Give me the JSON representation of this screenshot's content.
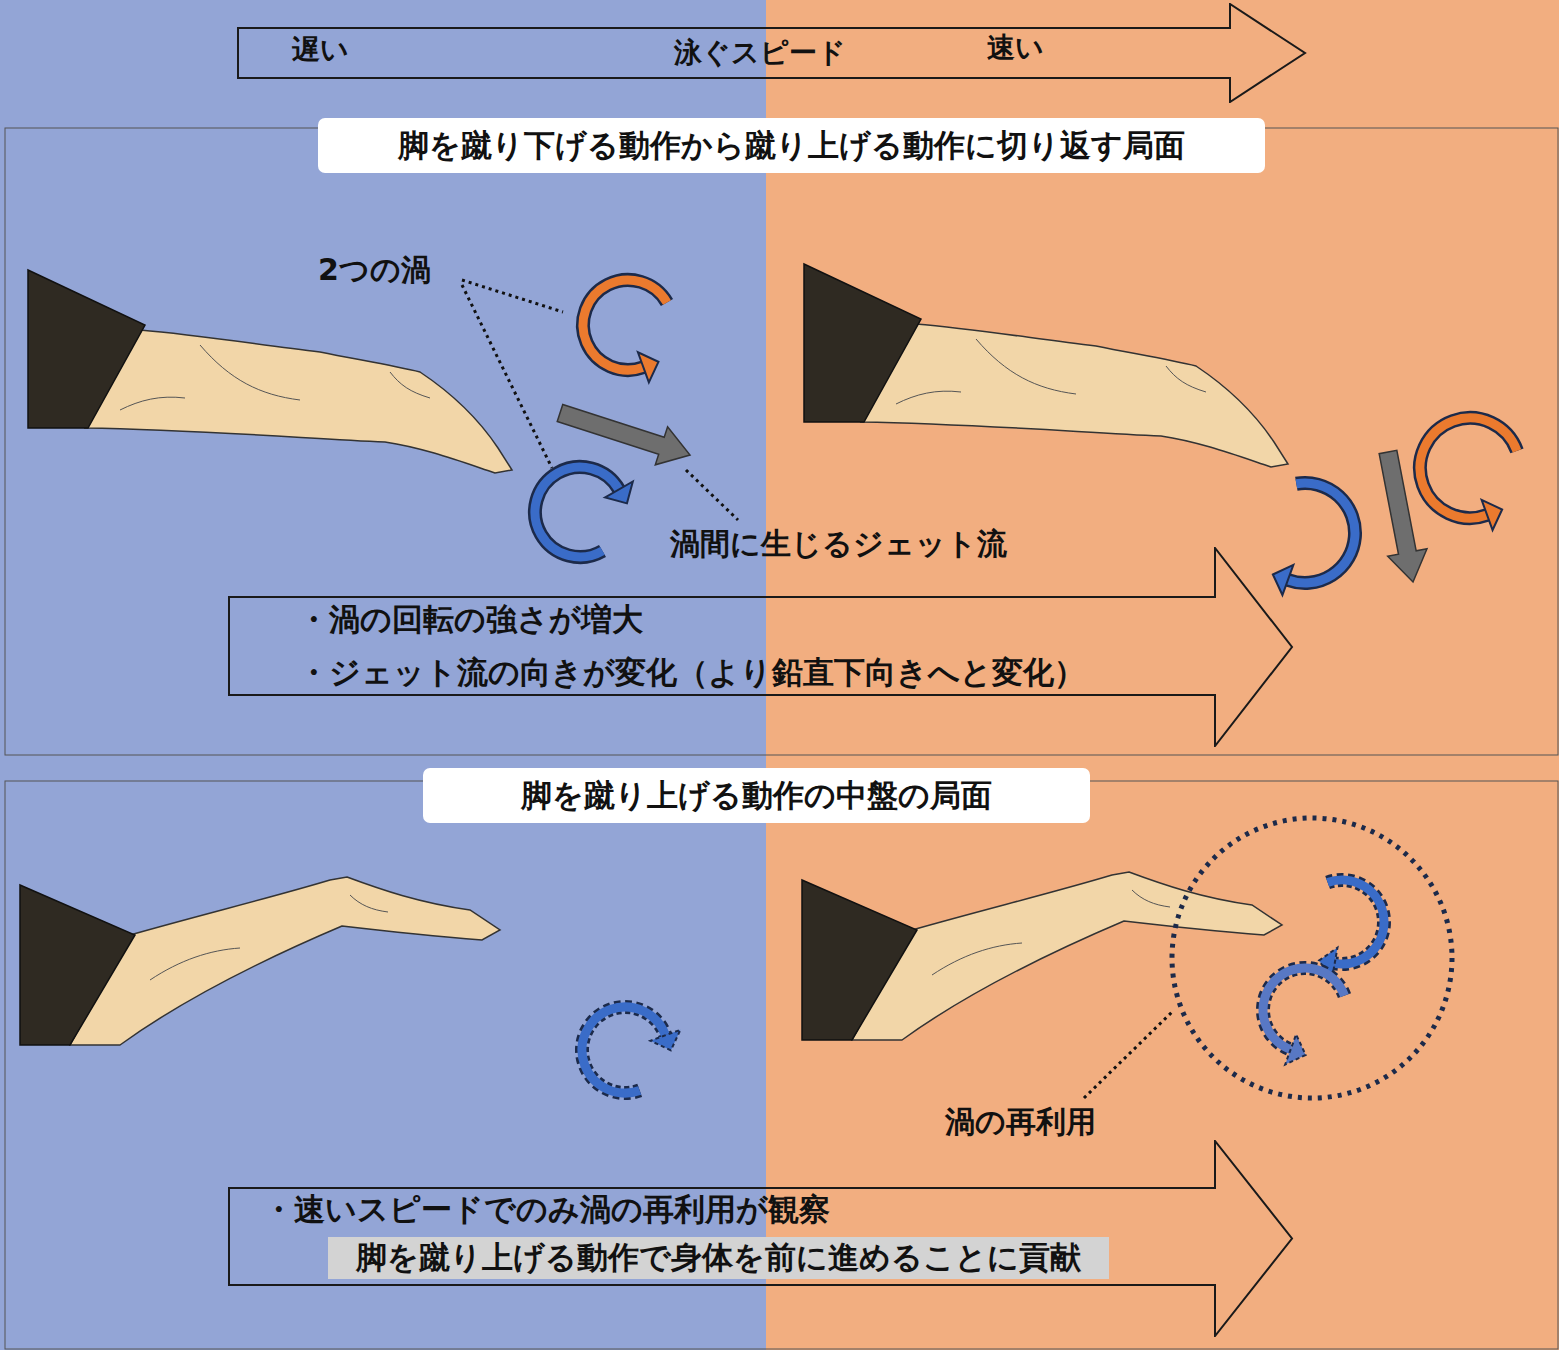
{
  "diagram": {
    "nodes": [
      {
        "text": [
          "遅い",
          "泳ぐスピード",
          "速い"
        ]
      },
      {
        "text": [
          "脚を蹴り下げる動作から蹴り上げる動作に切り返す局面"
        ]
      },
      {
        "text": [
          "・渦の回転の強さが増大",
          "・ジェット流の向きが変化（より鉛直下向きへと変化）"
        ]
      },
      {
        "text": [
          "脚を蹴り上げる動作の中盤の局面"
        ]
      },
      {
        "text": [
          "・速いスピードでのみ渦の再利用が観察",
          "脚を蹴り上げる動作で身体を前に進めることに貢献"
        ]
      }
    ],
    "labels": [
      "2つの渦",
      "渦間に生じるジェット流",
      "渦の再利用"
    ]
  }
}
